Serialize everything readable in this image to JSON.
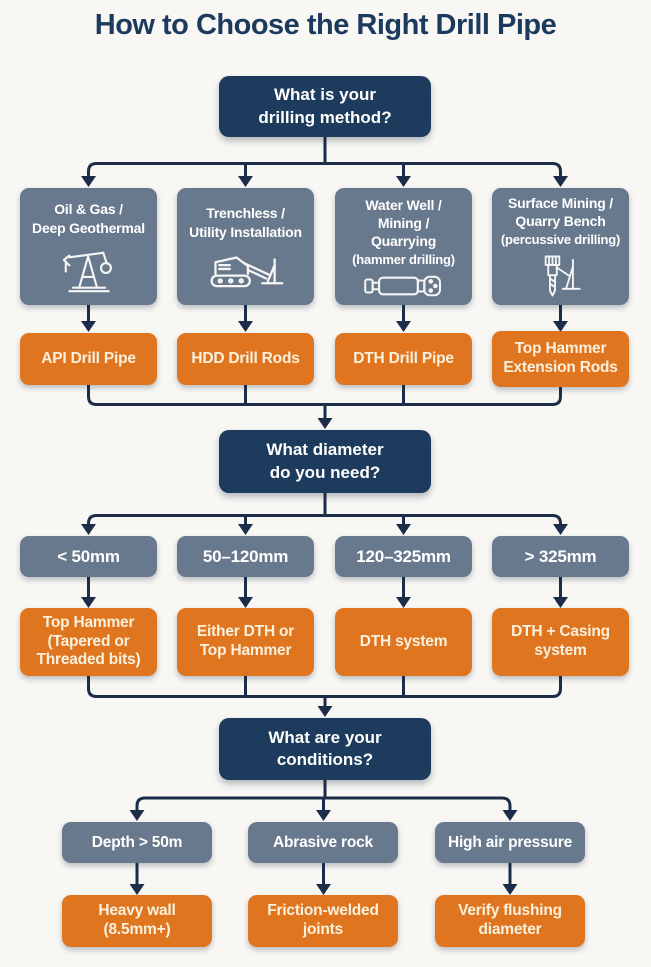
{
  "title": "How to Choose the Right Drill Pipe",
  "colors": {
    "background": "#f8f7f4",
    "decision_navy": "#1d3b5c",
    "option_gray": "#68798d",
    "result_orange": "#e0751f",
    "connector_navy": "#1b2d49",
    "title_navy": "#1c3a5e",
    "result_text_cream": "#f9f1de"
  },
  "flow": {
    "step1": {
      "question": "What is your\ndrilling method?",
      "options": [
        {
          "label": "Oil & Gas /\nDeep Geothermal",
          "icon": "pumpjack-icon",
          "result": "API Drill Pipe"
        },
        {
          "label": "Trenchless /\nUtility Installation",
          "icon": "hdd-rig-icon",
          "result": "HDD Drill Rods"
        },
        {
          "label": "Water Well /\nMining /\nQuarrying",
          "sublabel": "(hammer drilling)",
          "icon": "dth-hammer-icon",
          "result": "DTH Drill Pipe"
        },
        {
          "label": "Surface Mining /\nQuarry Bench",
          "sublabel": "(percussive drilling)",
          "icon": "top-hammer-bit-icon",
          "result": "Top Hammer\nExtension Rods"
        }
      ]
    },
    "step2": {
      "question": "What diameter\ndo you need?",
      "options": [
        {
          "label": "< 50mm",
          "result": "Top Hammer\n(Tapered or\nThreaded bits)"
        },
        {
          "label": "50–120mm",
          "result": "Either DTH or\nTop Hammer"
        },
        {
          "label": "120–325mm",
          "result": "DTH system"
        },
        {
          "label": "> 325mm",
          "result": "DTH + Casing\nsystem"
        }
      ]
    },
    "step3": {
      "question": "What are your\nconditions?",
      "options": [
        {
          "label": "Depth > 50m",
          "result": "Heavy wall\n(8.5mm+)"
        },
        {
          "label": "Abrasive rock",
          "result": "Friction-welded\njoints"
        },
        {
          "label": "High air pressure",
          "result": "Verify flushing\ndiameter"
        }
      ]
    }
  }
}
